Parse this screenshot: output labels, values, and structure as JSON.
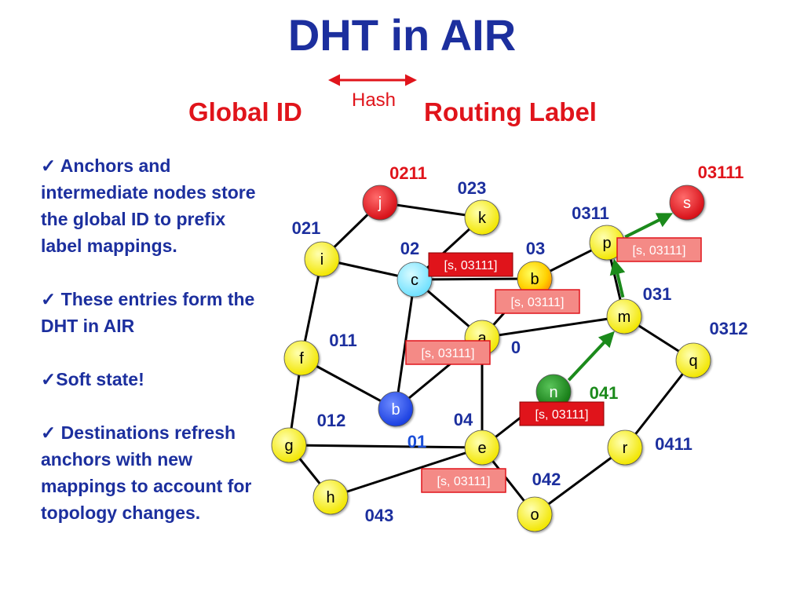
{
  "title": "DHT in AIR",
  "subtitle": {
    "left": "Global ID",
    "arrow_label": "Hash",
    "right": "Routing Label"
  },
  "bullets": [
    "✓  Anchors and intermediate nodes store the    global ID to prefix label mappings.",
    "✓  These entries form the DHT in AIR",
    "✓Soft state!",
    "✓ Destinations refresh anchors with new mappings to account for topology changes."
  ],
  "colors": {
    "title": "#1c2f9e",
    "accent_red": "#e0141b",
    "node_yellow": "#ffff00",
    "node_red": "#e0141b",
    "node_blue": "#1a3fe0",
    "node_cyan": "#7ee8ff",
    "node_green": "#1b8a1b",
    "node_orange": "#ff9a00",
    "entry_box": "#e0141b",
    "entry_box_faded": "#f48a86",
    "edge": "#000000",
    "route_arrow": "#1b8a1b"
  },
  "nodes": [
    {
      "id": "j",
      "label": "j",
      "prefix": "0211",
      "color": "red"
    },
    {
      "id": "k",
      "label": "k",
      "prefix": "023",
      "color": "yellow"
    },
    {
      "id": "i",
      "label": "i",
      "prefix": "021",
      "color": "yellow"
    },
    {
      "id": "c",
      "label": "c",
      "prefix": "02",
      "color": "cyan"
    },
    {
      "id": "b-top",
      "label": "b",
      "prefix": "03",
      "color": "yellow-orange"
    },
    {
      "id": "p",
      "label": "p",
      "prefix": "0311",
      "color": "yellow"
    },
    {
      "id": "s",
      "label": "s",
      "prefix": "03111",
      "color": "red"
    },
    {
      "id": "m",
      "label": "m",
      "prefix": "031",
      "color": "yellow"
    },
    {
      "id": "q",
      "label": "q",
      "prefix": "0312",
      "color": "yellow"
    },
    {
      "id": "a",
      "label": "a",
      "prefix": "0",
      "color": "yellow"
    },
    {
      "id": "f",
      "label": "f",
      "prefix": "011",
      "color": "yellow"
    },
    {
      "id": "b-blue",
      "label": "b",
      "prefix": "01",
      "color": "blue"
    },
    {
      "id": "n",
      "label": "n",
      "prefix": "041",
      "color": "green"
    },
    {
      "id": "g",
      "label": "g",
      "prefix": "012",
      "color": "yellow"
    },
    {
      "id": "e",
      "label": "e",
      "prefix": "04",
      "color": "yellow"
    },
    {
      "id": "r",
      "label": "r",
      "prefix": "0411",
      "color": "yellow"
    },
    {
      "id": "h",
      "label": "h",
      "prefix": "043",
      "color": "yellow"
    },
    {
      "id": "o",
      "label": "o",
      "prefix": "042",
      "color": "yellow"
    }
  ],
  "edges": [
    [
      "j",
      "k"
    ],
    [
      "j",
      "i"
    ],
    [
      "k",
      "c"
    ],
    [
      "i",
      "c"
    ],
    [
      "i",
      "f"
    ],
    [
      "c",
      "b-top"
    ],
    [
      "c",
      "a"
    ],
    [
      "c",
      "b-blue"
    ],
    [
      "b-top",
      "p"
    ],
    [
      "b-top",
      "a"
    ],
    [
      "p",
      "m"
    ],
    [
      "m",
      "q"
    ],
    [
      "m",
      "a"
    ],
    [
      "f",
      "b-blue"
    ],
    [
      "f",
      "g"
    ],
    [
      "b-blue",
      "a"
    ],
    [
      "a",
      "e"
    ],
    [
      "g",
      "e"
    ],
    [
      "g",
      "h"
    ],
    [
      "h",
      "e"
    ],
    [
      "e",
      "o"
    ],
    [
      "e",
      "n"
    ],
    [
      "o",
      "r"
    ],
    [
      "r",
      "q"
    ]
  ],
  "route_arrows": [
    [
      "n",
      "m"
    ],
    [
      "m",
      "p"
    ],
    [
      "p",
      "s"
    ]
  ],
  "entries": [
    {
      "text": "[s, 03111]",
      "near": "c",
      "style": "solid"
    },
    {
      "text": "[s, 03111]",
      "near": "p",
      "style": "faded"
    },
    {
      "text": "[s, 03111]",
      "near": "b-top",
      "style": "faded"
    },
    {
      "text": "[s, 03111]",
      "near": "a",
      "style": "faded"
    },
    {
      "text": "[s, 03111]",
      "near": "n",
      "style": "solid"
    },
    {
      "text": "[s, 03111]",
      "near": "e",
      "style": "faded"
    }
  ]
}
